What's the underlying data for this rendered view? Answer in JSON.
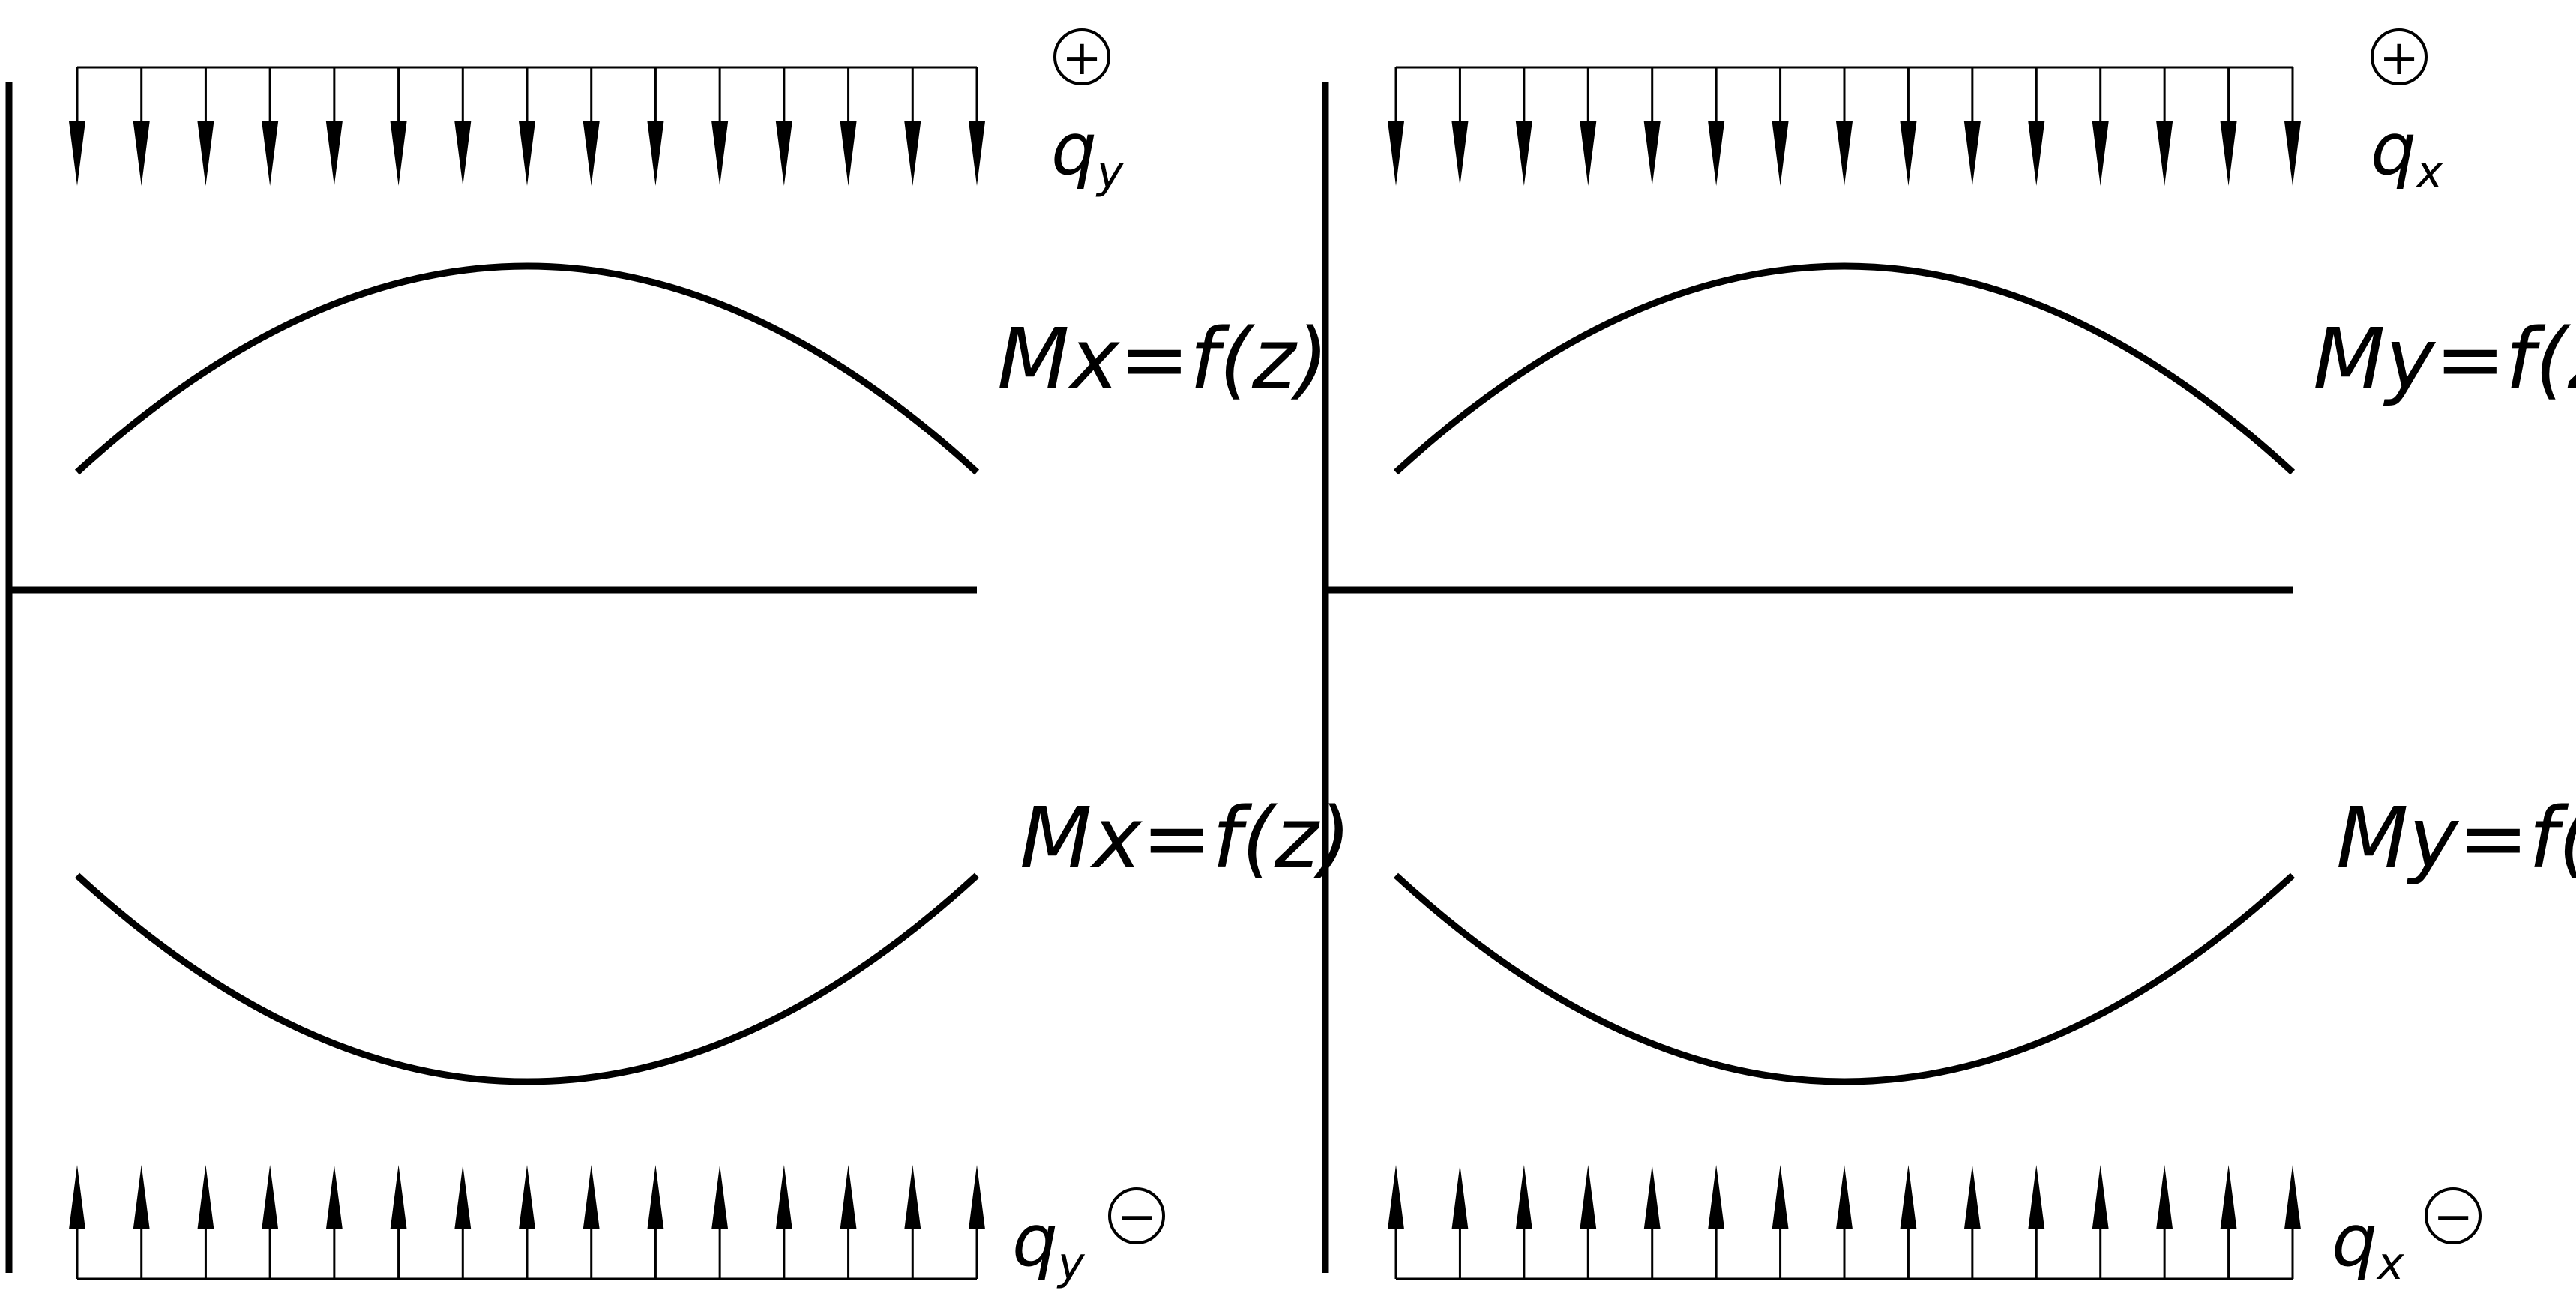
{
  "panels": [
    {
      "moment_top": "Mx=f(z)",
      "moment_bottom": "Mx=f(z)",
      "load_symbol": "q",
      "load_subscript": "y",
      "sign_top": "+",
      "sign_bottom": "−"
    },
    {
      "moment_top": "My=f(z)",
      "moment_bottom": "My=f(z)",
      "load_symbol": "q",
      "load_subscript": "x",
      "sign_top": "+",
      "sign_bottom": "−"
    }
  ],
  "colors": {
    "stroke": "#000000",
    "background": "#ffffff"
  }
}
